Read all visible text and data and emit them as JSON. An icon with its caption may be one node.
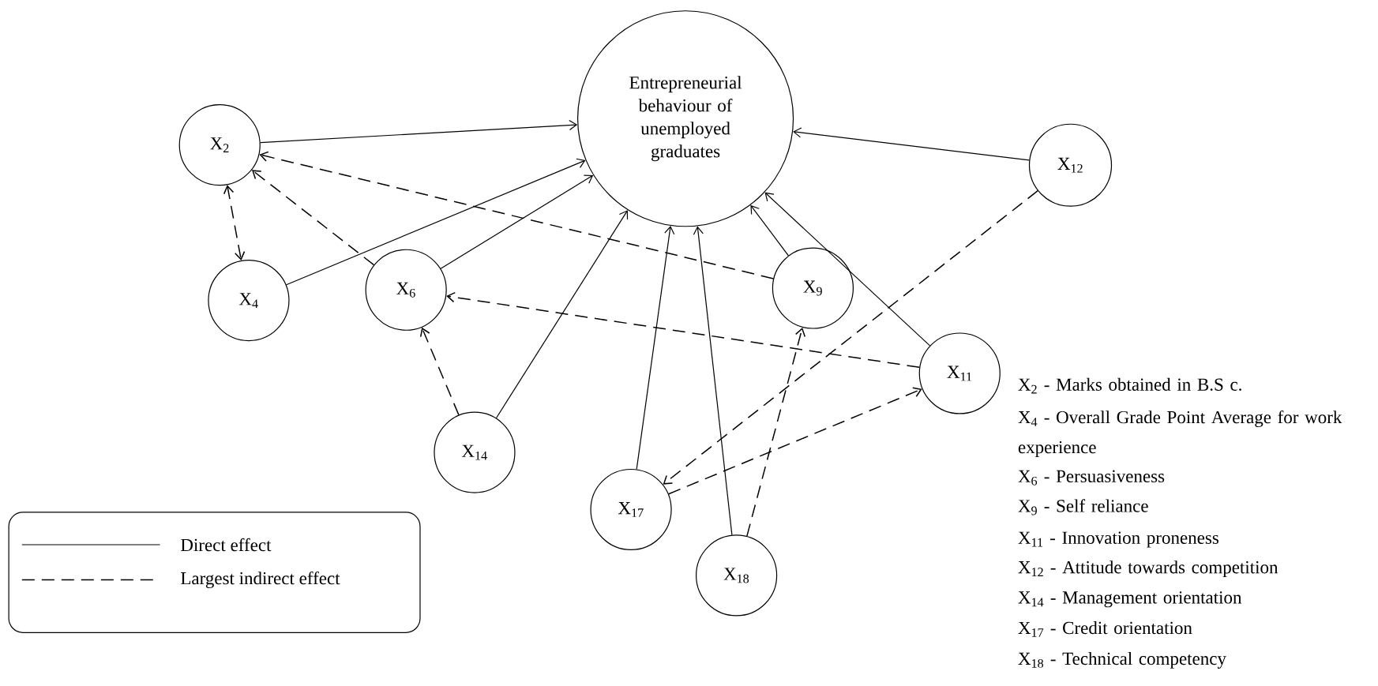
{
  "diagram": {
    "nodes": [
      {
        "text": [
          "Entrepreneurial behaviour of unemployed graduates"
        ]
      },
      {
        "text": [
          "X$_{2}$"
        ]
      },
      {
        "text": [
          "X$_{12}$"
        ]
      },
      {
        "text": [
          "X$_{4}$"
        ]
      },
      {
        "text": [
          "X$_{6}$"
        ]
      },
      {
        "text": [
          "X$_{9}$"
        ]
      },
      {
        "text": [
          "X$_{11}$"
        ]
      },
      {
        "text": [
          "X$_{14}$"
        ]
      },
      {
        "text": [
          "X$_{17}$"
        ]
      },
      {
        "text": [
          "X$_{18}$"
        ]
      }
    ],
    "edges": [
      {
        "from": 1,
        "to": 0,
        "arrow": "to"
      },
      {
        "from": 2,
        "to": 0,
        "arrow": "to"
      },
      {
        "from": 3,
        "to": 0,
        "arrow": "to"
      },
      {
        "from": 4,
        "to": 0,
        "arrow": "to"
      },
      {
        "from": 5,
        "to": 0,
        "arrow": "to"
      },
      {
        "from": 6,
        "to": 0,
        "arrow": "to"
      },
      {
        "from": 7,
        "to": 0,
        "arrow": "to"
      },
      {
        "from": 8,
        "to": 0,
        "arrow": "to"
      },
      {
        "from": 9,
        "to": 0,
        "arrow": "to"
      },
      {
        "from": 5,
        "to": 1,
        "arrow": "to",
        "style": "dashed"
      },
      {
        "from": 4,
        "to": 1,
        "arrow": "to",
        "style": "dashed"
      },
      {
        "from": 1,
        "to": 3,
        "arrow": "both",
        "style": "dashed"
      },
      {
        "from": 6,
        "to": 4,
        "arrow": "to",
        "style": "dashed"
      },
      {
        "from": 7,
        "to": 4,
        "arrow": "to",
        "style": "dashed"
      },
      {
        "from": 2,
        "to": 8,
        "arrow": "to",
        "style": "dashed"
      },
      {
        "from": 8,
        "to": 6,
        "arrow": "to",
        "style": "dashed"
      },
      {
        "from": 9,
        "to": 5,
        "arrow": "to",
        "style": "dashed"
      }
    ],
    "labels": [
      "X$_{2}$ - Marks obtained in B.S c.",
      "X$_{4}$ - Overall Grade Point Average for work experience",
      "X$_{6}$ - Persuasiveness",
      "X$_{9}$ - Self reliance",
      "X$_{11}$ - Innovation proneness",
      "X$_{12}$ - Attitude towards competition",
      "X$_{14}$ - Management orientation",
      "X$_{17}$ - Credit orientation",
      "X$_{18}$ - Technical competency"
    ],
    "legend": [
      {
        "text": "Direct effect"
      },
      {
        "text": "Largest indirect effect"
      }
    ]
  }
}
